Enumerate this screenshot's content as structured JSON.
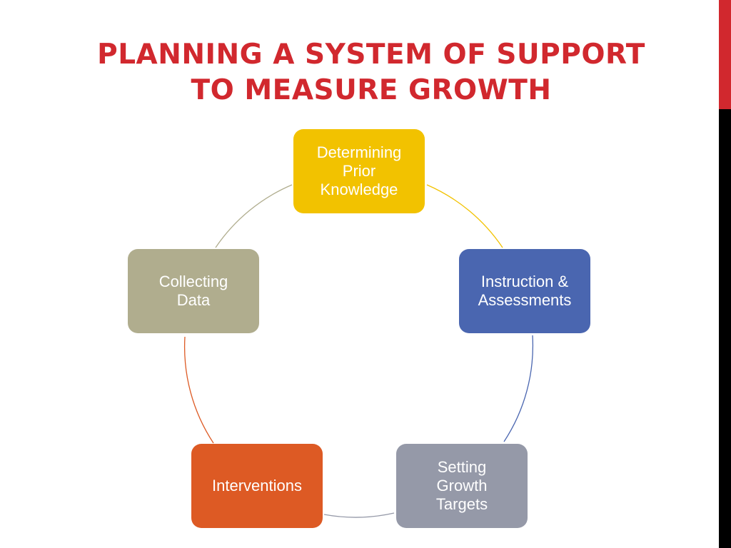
{
  "slide": {
    "title_line_1": "Planning a System of Support",
    "title_line_2": "to Measure Growth",
    "title_color": "#d1282e",
    "accent_bar_colors": [
      "#d1282e",
      "#000000"
    ]
  },
  "cycle": {
    "type": "circular process",
    "nodes": [
      {
        "label": "Determining\nPrior\nKnowledge",
        "color": "#f2c200"
      },
      {
        "label": "Instruction &\nAssessments",
        "color": "#4a66b0"
      },
      {
        "label": "Setting\nGrowth\nTargets",
        "color": "#9599a8"
      },
      {
        "label": "Interventions",
        "color": "#dd5a24"
      },
      {
        "label": "Collecting\nData",
        "color": "#b0ad8e"
      }
    ]
  }
}
